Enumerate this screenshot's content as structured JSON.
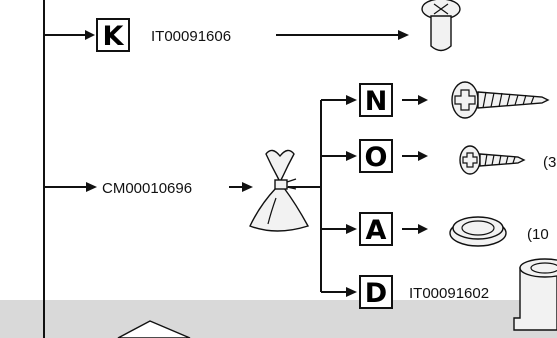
{
  "callouts": [
    {
      "id": "K",
      "letter": "K",
      "code": "IT00091606",
      "qty": ""
    },
    {
      "id": "N",
      "letter": "N",
      "code": "",
      "qty": ""
    },
    {
      "id": "O",
      "letter": "O",
      "code": "",
      "qty": "(3"
    },
    {
      "id": "A",
      "letter": "A",
      "code": "",
      "qty": "(10"
    },
    {
      "id": "D",
      "letter": "D",
      "code": "IT00091602",
      "qty": ""
    }
  ],
  "bag": {
    "code": "CM00010696"
  },
  "icons": [
    "plastic-plug",
    "pan-head-screw-long",
    "pan-head-screw-short",
    "round-cap",
    "bag",
    "bushing",
    "panel-tip"
  ],
  "colors": {
    "line": "#111111",
    "panel": "#ffffff",
    "background": "#d9d9d9"
  }
}
